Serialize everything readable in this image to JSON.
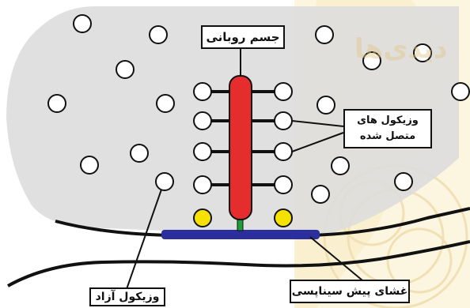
{
  "labels": {
    "ribbon": "جسم روبانی",
    "attached_line1": "وزیکول های",
    "attached_line2": "متصل شده",
    "free": "وزیکول آزاد",
    "membrane": "غشای پیش سیناپسی"
  },
  "watermark": {
    "text": "دیدی‌ها"
  },
  "colors": {
    "terminal_fill": "#dcdcdc",
    "ribbon": "#e52d2d",
    "membrane_band": "#2b2f9e",
    "anchor": "#f5e200",
    "stalk": "#1aa03a",
    "vesicle_fill": "#ffffff",
    "outline": "#111111",
    "watermark": "#e8c77a"
  }
}
